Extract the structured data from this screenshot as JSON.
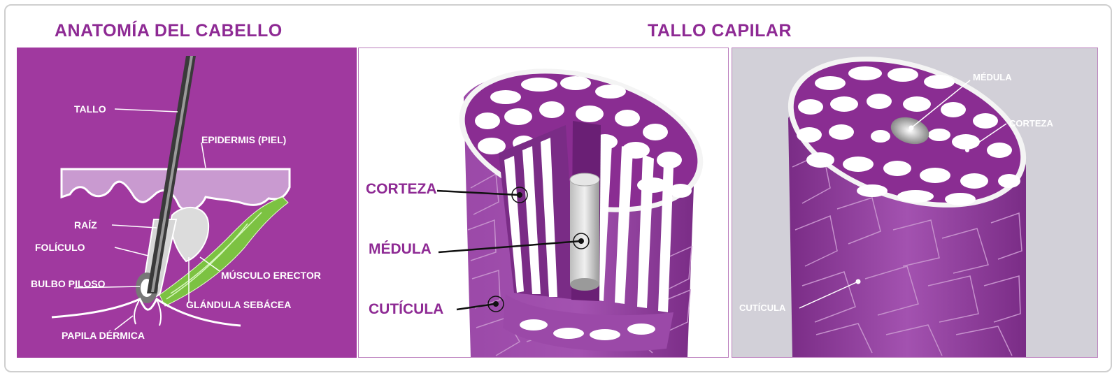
{
  "titles": {
    "left": "ANATOMÍA DEL CABELLO",
    "right": "TALLO CAPILAR"
  },
  "anatomy_labels": {
    "tallo": "TALLO",
    "epidermis": "EPIDERMIS (PIEL)",
    "raiz": "RAÍZ",
    "foliculo": "FOLÍCULO",
    "bulbo": "BULBO PILOSO",
    "musculo": "MÚSCULO ERECTOR",
    "glandula": "GLÁNDULA SEBÁCEA",
    "papila": "PAPILA DÉRMICA"
  },
  "shaft_cut_labels": {
    "corteza": "CORTEZA",
    "medula": "MÉDULA",
    "cuticula": "CUTÍCULA"
  },
  "shaft_section_labels": {
    "medula": "MÉDULA",
    "corteza": "CORTEZA",
    "cuticula": "CUTÍCULA"
  },
  "colors": {
    "brand_purple": "#8e2a94",
    "panel_purple": "#a0399f",
    "muscle_green": "#7cc242",
    "grey_panel": "#d2d0d8"
  }
}
